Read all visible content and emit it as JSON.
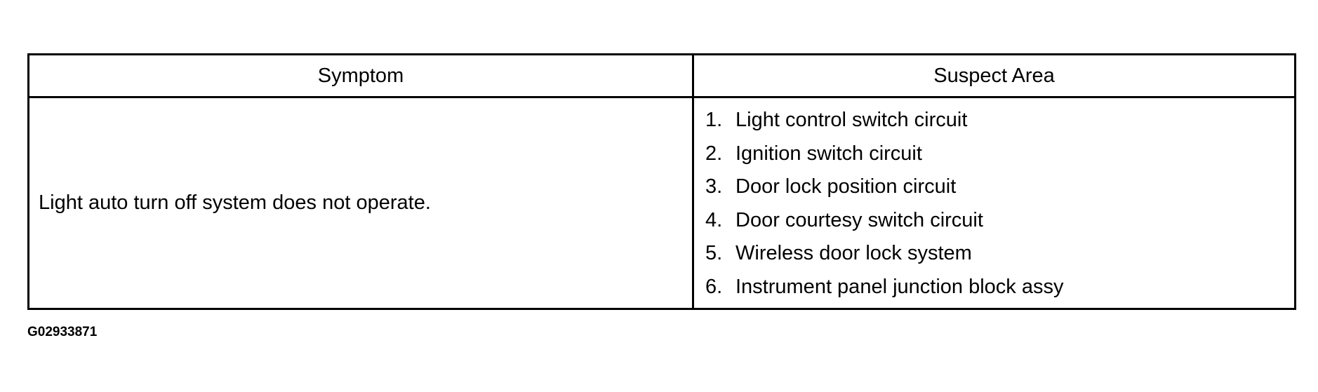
{
  "table": {
    "headers": {
      "symptom": "Symptom",
      "suspect_area": "Suspect Area"
    },
    "rows": [
      {
        "symptom": "Light auto turn off system does not operate.",
        "suspect_areas": [
          {
            "num": "1.",
            "text": "Light control switch circuit"
          },
          {
            "num": "2.",
            "text": "Ignition switch circuit"
          },
          {
            "num": "3.",
            "text": "Door lock position circuit"
          },
          {
            "num": "4.",
            "text": "Door courtesy switch circuit"
          },
          {
            "num": "5.",
            "text": "Wireless door lock system"
          },
          {
            "num": "6.",
            "text": "Instrument panel junction block assy"
          }
        ]
      }
    ]
  },
  "figure_id": "G02933871"
}
